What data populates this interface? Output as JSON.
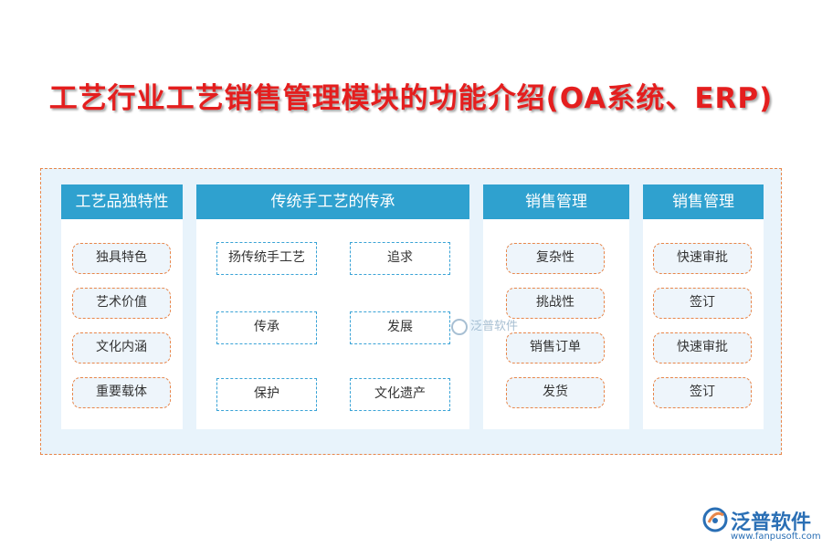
{
  "title": "工艺行业工艺销售管理模块的功能介绍(OA系统、ERP)",
  "columns": [
    {
      "header": "工艺品独特性",
      "items": [
        "独具特色",
        "艺术价值",
        "文化内涵",
        "重要载体"
      ]
    },
    {
      "header": "传统手工艺的传承",
      "items": [
        "扬传统手工艺",
        "追求",
        "传承",
        "发展",
        "保护",
        "文化遗产"
      ]
    },
    {
      "header": "销售管理",
      "items": [
        "复杂性",
        "挑战性",
        "销售订单",
        "发货"
      ]
    },
    {
      "header": "销售管理",
      "items": [
        "快速审批",
        "签订",
        "快速审批",
        "签订"
      ]
    }
  ],
  "watermark_center": "泛普软件",
  "brand": {
    "name": "泛普软件",
    "url": "www.fanpusoft.com"
  },
  "colors": {
    "title": "#e41e1e",
    "header": "#2fa1cf",
    "frame_border": "#e8864a",
    "frame_bg": "#e8f3fb"
  }
}
